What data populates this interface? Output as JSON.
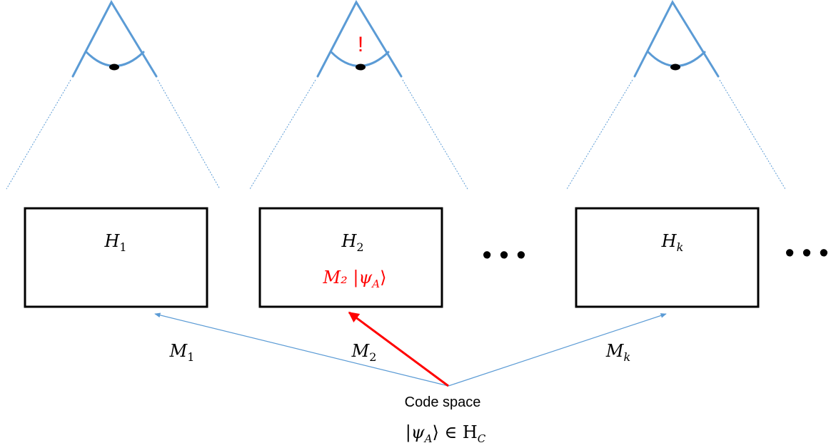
{
  "colors": {
    "accent": "#5b9bd5",
    "highlight": "#ff0000",
    "box_border": "#000000"
  },
  "observers": [
    {
      "alert": ""
    },
    {
      "alert": "!"
    },
    {
      "alert": ""
    }
  ],
  "boxes": [
    {
      "label": "H",
      "sub": "1",
      "content": ""
    },
    {
      "label": "H",
      "sub": "2",
      "content": "M₂ |ψ",
      "content_sub": "A",
      "content_end": "⟩"
    },
    {
      "label": "H",
      "sub": "k",
      "content": ""
    }
  ],
  "ellipsis": "• • •",
  "maps": [
    {
      "label": "M",
      "sub": "1"
    },
    {
      "label": "M",
      "sub": "2"
    },
    {
      "label": "M",
      "sub": "k"
    }
  ],
  "code_space": {
    "title": "Code space",
    "state_pre": "|ψ",
    "state_sub": "A",
    "state_mid": "⟩ ∈ H",
    "state_sub2": "C"
  }
}
